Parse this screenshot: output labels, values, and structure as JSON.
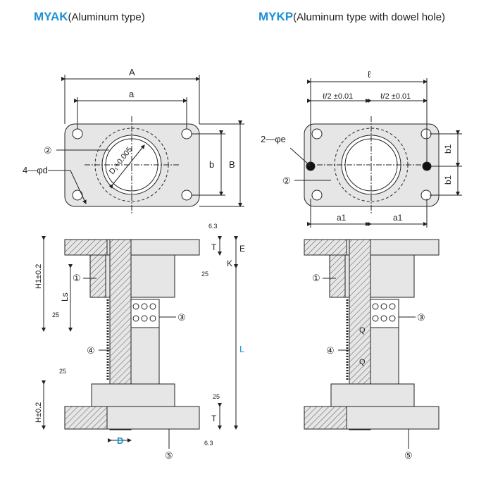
{
  "titles": {
    "left": {
      "code": "MYAK",
      "desc": "(Aluminum type)"
    },
    "right": {
      "code": "MYKP",
      "desc": "(Aluminum type with dowel hole)"
    }
  },
  "labels": {
    "A": "A",
    "a": "a",
    "B": "B",
    "b": "b",
    "D1": "D₁+0.005",
    "D1_lower": "0",
    "hole4": "4—φd",
    "hole2": "2—φe",
    "ell": "ℓ",
    "ell_half": "ℓ/2 ±0.01",
    "b1": "b1",
    "a1": "a1",
    "H1": "H1±0.2",
    "Ls": "Ls",
    "H": "H±0.2",
    "T": "T",
    "E": "E",
    "K": "K",
    "L": "L",
    "D": "D",
    "Q": "Q",
    "r63": "6.3",
    "r25": "25",
    "n1": "①",
    "n2": "②",
    "n3": "③",
    "n4": "④",
    "n5": "⑤"
  },
  "colors": {
    "accent": "#1e90d6",
    "fill": "#e6e6e6",
    "line": "#222222"
  }
}
